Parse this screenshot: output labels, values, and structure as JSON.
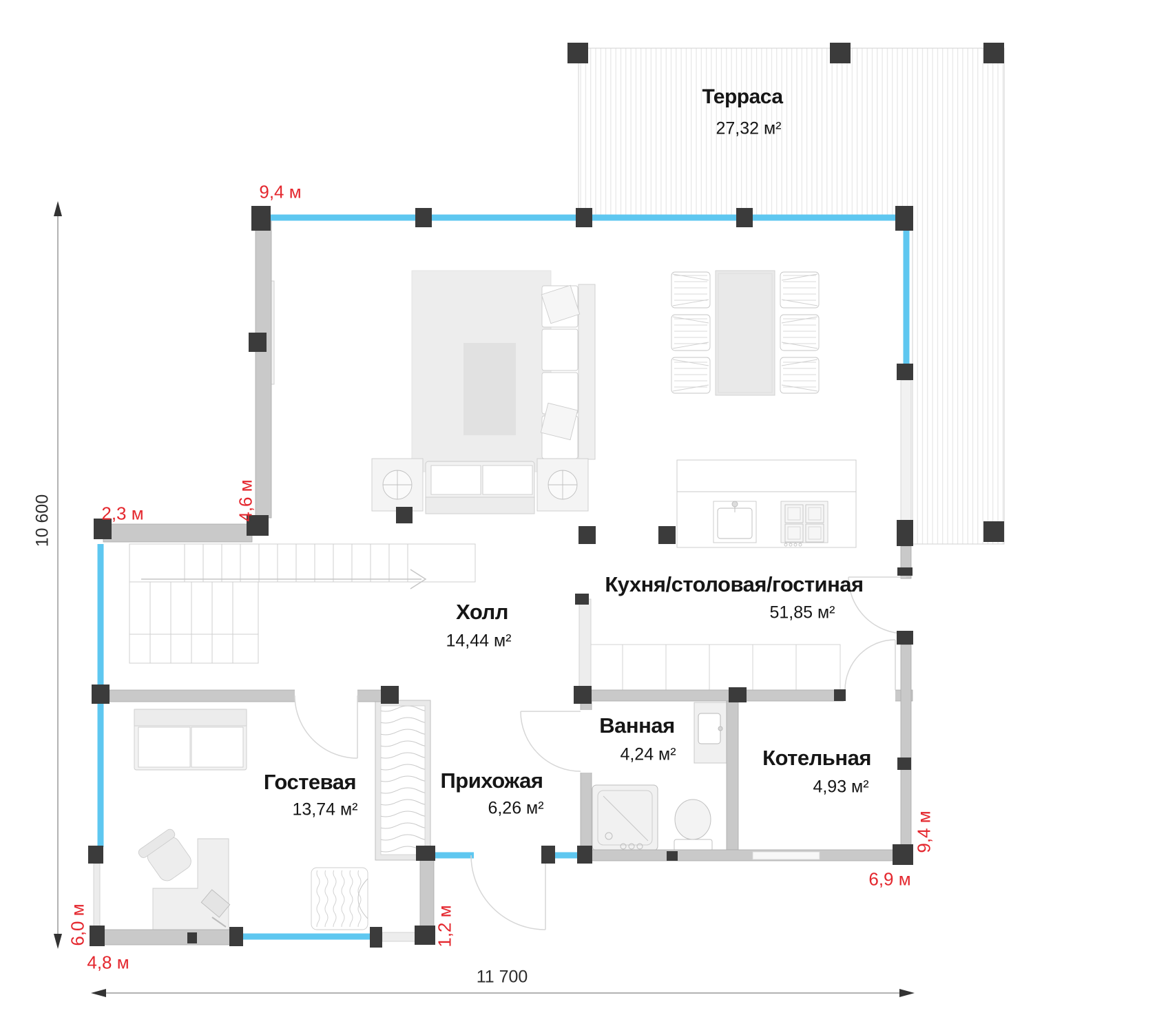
{
  "rooms": {
    "terrace": {
      "name": "Терраса",
      "area": "27,32 м²"
    },
    "kitchen": {
      "name": "Кухня/столовая/гостиная",
      "area": "51,85 м²"
    },
    "hall": {
      "name": "Холл",
      "area": "14,44 м²"
    },
    "guest": {
      "name": "Гостевая",
      "area": "13,74 м²"
    },
    "entry": {
      "name": "Прихожая",
      "area": "6,26 м²"
    },
    "bath": {
      "name": "Ванная",
      "area": "4,24 м²"
    },
    "boiler": {
      "name": "Котельная",
      "area": "4,93 м²"
    }
  },
  "dimensions": {
    "red": {
      "top_width": "9,4 м",
      "stair_wall": "2,3 м",
      "living_left_wall": "4,6 м",
      "left_lower": "6,0 м",
      "bottom_left": "4,8 м",
      "step": "1,2 м",
      "bottom_right": "6,9 м",
      "right_side": "9,4 м"
    },
    "overall": {
      "height": "10 600",
      "width": "11 700"
    }
  },
  "colors": {
    "dimension_red": "#e4272e",
    "window_blue": "#5ec7f0",
    "wall_gray": "#c9c9c9",
    "post_dark": "#3b3b3b"
  }
}
